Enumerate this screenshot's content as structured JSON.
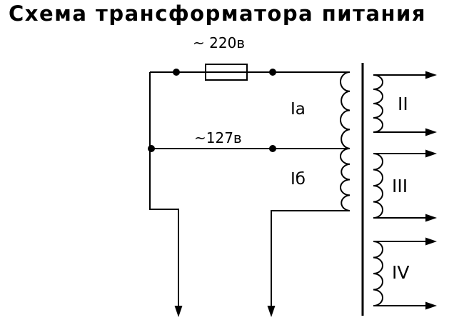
{
  "title": "Схема трансформатора питания",
  "schematic": {
    "primary": {
      "tap_220_label": "~ 220в",
      "tap_127_label": "~127в",
      "winding_a_label": "Iа",
      "winding_b_label": "Iб"
    },
    "secondaries": [
      {
        "label": "II"
      },
      {
        "label": "III"
      },
      {
        "label": "IV"
      }
    ],
    "colors": {
      "line": "#000000",
      "background": "#ffffff"
    }
  }
}
